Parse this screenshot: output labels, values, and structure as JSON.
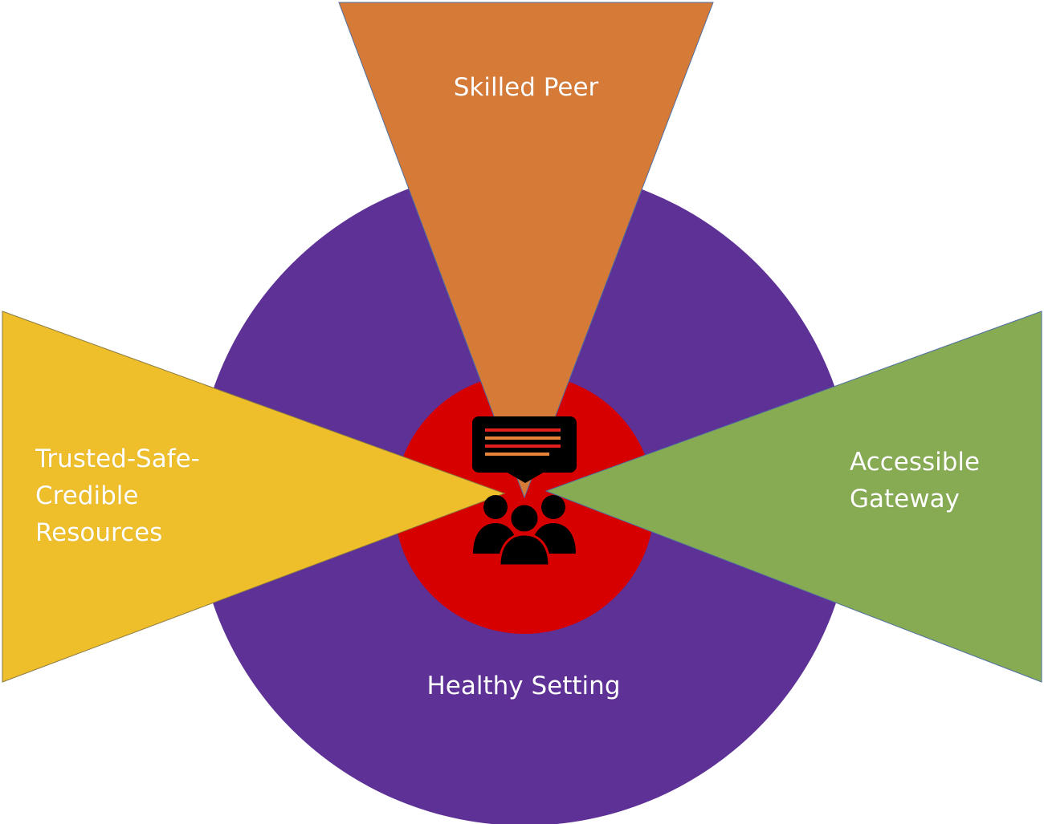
{
  "colors": {
    "outer_circle": "#5e3196",
    "inner_circle": "#d70000",
    "top_wedge": "#d67a38",
    "left_wedge": "#eebf2b",
    "right_wedge": "#86ab53",
    "icon": "#000000",
    "icon_accent_red": "#e0201c",
    "icon_accent_orange": "#e8833a"
  },
  "labels": {
    "top": "Skilled Peer",
    "left": [
      "Trusted-Safe-",
      "Credible",
      "Resources"
    ],
    "right": [
      "Accessible",
      "Gateway"
    ],
    "bottom": "Healthy Setting"
  },
  "icons": {
    "center": "people-with-speech-bubble-icon"
  }
}
